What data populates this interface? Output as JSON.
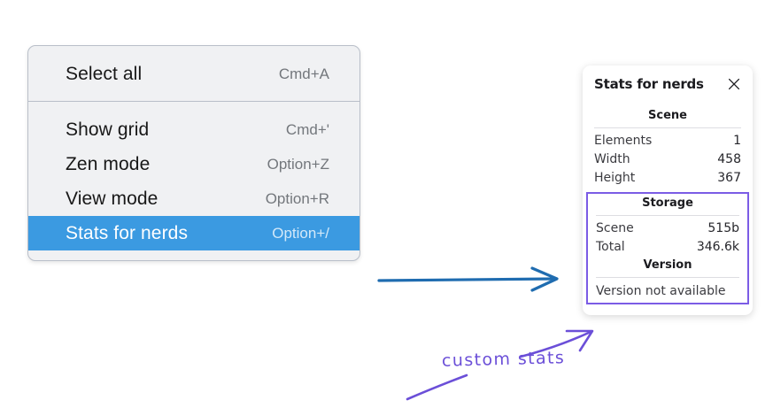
{
  "colors": {
    "menu_background": "#f0f1f3",
    "menu_border": "#b9bfc9",
    "selection_blue": "#3b9ae1",
    "annotation_purple": "#6b4fd8",
    "annotation_blue": "#1f6cb0",
    "panel_white": "#ffffff"
  },
  "context_menu": {
    "name": "canvas-context-menu",
    "groups": [
      {
        "items": [
          {
            "label": "Select all",
            "shortcut": "Cmd+A",
            "selected": false
          }
        ]
      },
      {
        "items": [
          {
            "label": "Show grid",
            "shortcut": "Cmd+'",
            "selected": false
          },
          {
            "label": "Zen mode",
            "shortcut": "Option+Z",
            "selected": false
          },
          {
            "label": "View mode",
            "shortcut": "Option+R",
            "selected": false
          },
          {
            "label": "Stats for nerds",
            "shortcut": "Option+/",
            "selected": true
          }
        ]
      }
    ]
  },
  "stats_panel": {
    "title": "Stats for nerds",
    "close_icon": "close-icon",
    "sections": [
      {
        "heading": "Scene",
        "rows": [
          {
            "label": "Elements",
            "value": "1"
          },
          {
            "label": "Width",
            "value": "458"
          },
          {
            "label": "Height",
            "value": "367"
          }
        ]
      },
      {
        "heading": "Storage",
        "rows": [
          {
            "label": "Scene",
            "value": "515b"
          },
          {
            "label": "Total",
            "value": "346.6k"
          }
        ]
      },
      {
        "heading": "Version",
        "note": "Version not available"
      }
    ]
  },
  "annotations": {
    "custom_stats_label": "custom stats",
    "arrow_menu_to_panel": "blue-arrow-right",
    "arrow_label_to_version": "purple-arrow-up-right",
    "underline_stroke": "purple-stroke"
  }
}
